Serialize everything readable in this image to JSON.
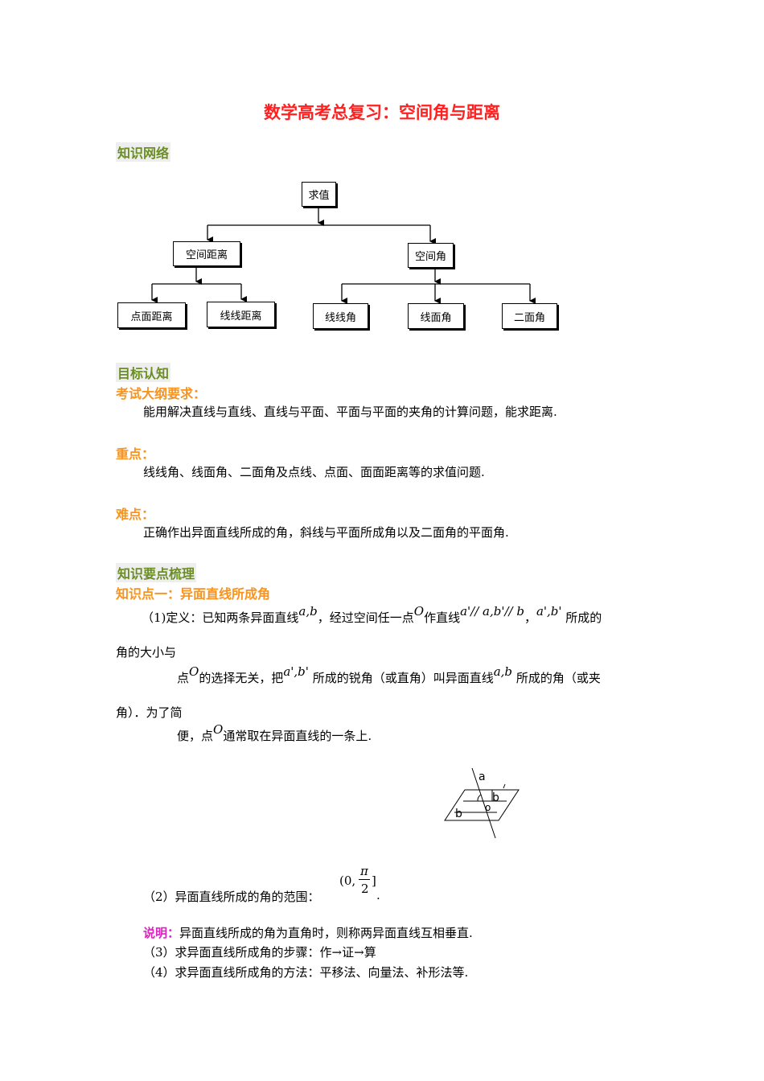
{
  "title": "数学高考总复习：空间角与距离",
  "sections": {
    "network": "知识网络",
    "goals": "目标认知",
    "points": "知识要点梳理"
  },
  "diagram": {
    "root": "求值",
    "distance": "空间距离",
    "angle": "空间角",
    "d1": "点面距离",
    "d2": "线线距离",
    "a1": "线线角",
    "a2": "线面角",
    "a3": "二面角"
  },
  "goals": {
    "outline_label": "考试大纲要求：",
    "outline_text": "能用解决直线与直线、直线与平面、平面与平面的夹角的计算问题，能求距离.",
    "key_label": "重点：",
    "key_text": "线线角、线面角、二面角及点线、点面、面面距离等的求值问题.",
    "hard_label": "难点：",
    "hard_text": "正确作出异面直线所成的角，斜线与平面所成角以及二面角的平面角."
  },
  "kp1": {
    "heading": "知识点一：异面直线所成角",
    "def_a": "（1)定义：已知两条异面直线",
    "m_ab": "a,b",
    "def_b": "，经过空间任一点",
    "m_O": "O",
    "def_c": "作直线",
    "m_par": "a'// a,b'// b",
    "def_d": "，",
    "m_apbp": "a',b'",
    "def_e": "所成的",
    "line2": "角的大小与",
    "line3a": "点",
    "line3b": "的选择无关，把",
    "line3c": "所成的锐角（或直角）叫异面直线",
    "line3d": "所成的角（或夹",
    "line4": "角）．为了简",
    "line5a": "便，点",
    "line5b": "通常取在异面直线的一条上.",
    "fig_labels": {
      "a": "a",
      "b": "b",
      "o": "o",
      "bp": "b'"
    },
    "range_label": "（2）异面直线所成的角的范围：",
    "range_open": "(0,",
    "range_pi": "π",
    "range_2": "2",
    "range_close": "]",
    "range_end": ".",
    "note_label": "说明：",
    "note_text": "异面直线所成的角为直角时，则称两异面直线互相垂直.",
    "steps_a": "（3）求异面直线所成角的步骤：作",
    "steps_b": "证",
    "steps_c": "算",
    "arrow": "→",
    "methods": "（4）求异面直线所成角的方法：平移法、向量法、补形法等."
  }
}
